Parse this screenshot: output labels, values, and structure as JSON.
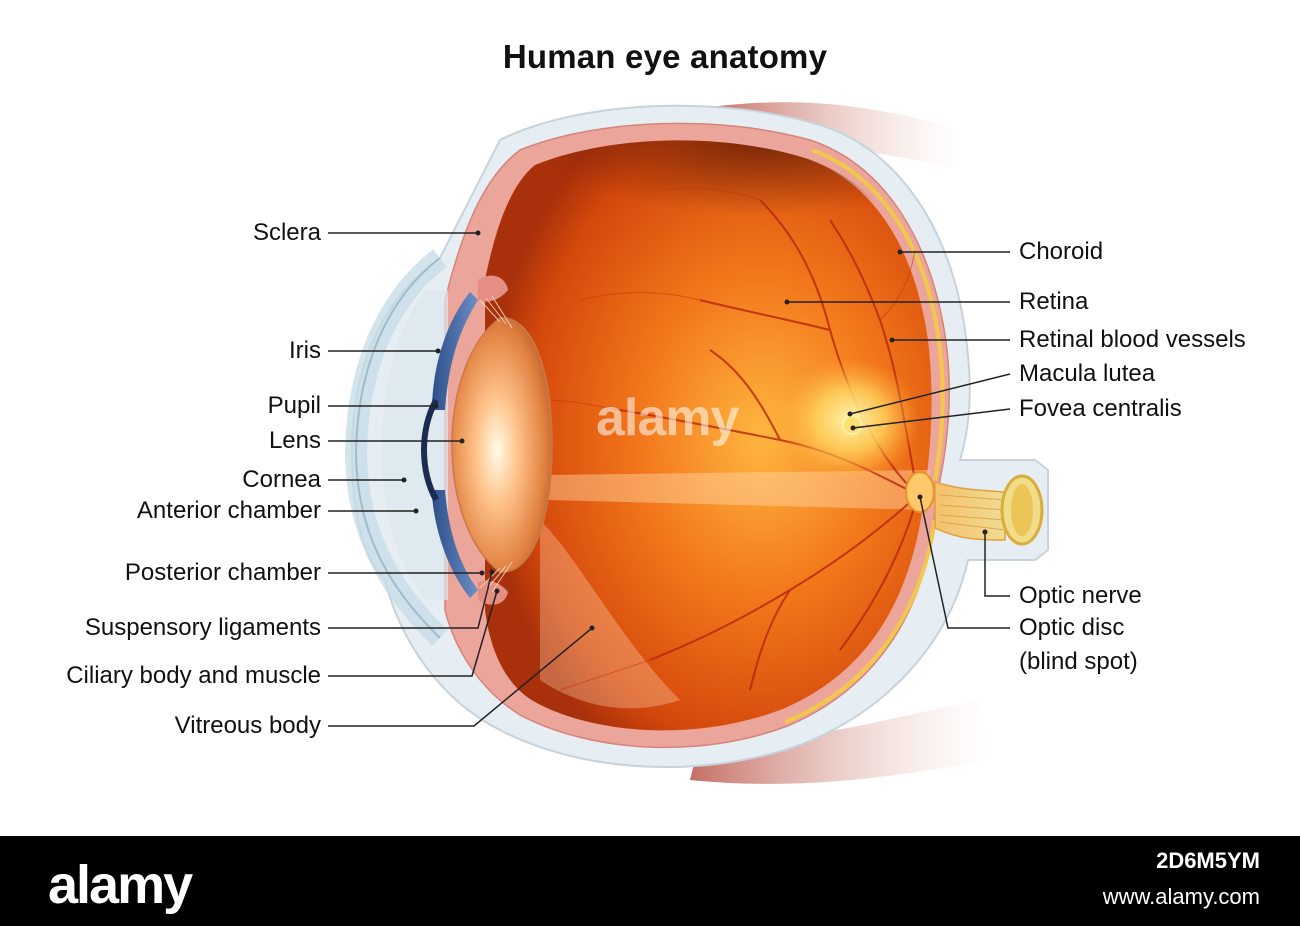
{
  "title": "Human eye anatomy",
  "labels_left": [
    {
      "key": "sclera",
      "text": "Sclera"
    },
    {
      "key": "iris",
      "text": "Iris"
    },
    {
      "key": "pupil",
      "text": "Pupil"
    },
    {
      "key": "lens",
      "text": "Lens"
    },
    {
      "key": "cornea",
      "text": "Cornea"
    },
    {
      "key": "anterior_chamber",
      "text": "Anterior chamber"
    },
    {
      "key": "posterior_chamber",
      "text": "Posterior chamber"
    },
    {
      "key": "suspensory_ligaments",
      "text": "Suspensory ligaments"
    },
    {
      "key": "ciliary_body",
      "text": "Ciliary body and muscle"
    },
    {
      "key": "vitreous_body",
      "text": "Vitreous body"
    }
  ],
  "labels_right": [
    {
      "key": "choroid",
      "text": "Choroid"
    },
    {
      "key": "retina",
      "text": "Retina"
    },
    {
      "key": "retinal_vessels",
      "text": "Retinal blood vessels"
    },
    {
      "key": "macula",
      "text": "Macula lutea"
    },
    {
      "key": "fovea",
      "text": "Fovea centralis"
    },
    {
      "key": "optic_nerve",
      "text": "Optic nerve"
    },
    {
      "key": "optic_disc",
      "text": "Optic disc"
    },
    {
      "key": "blind_spot",
      "text": "(blind spot)"
    }
  ],
  "watermark": "alamy",
  "footer": {
    "brand": "alamy",
    "image_id": "2D6M5YM",
    "url": "www.alamy.com"
  }
}
